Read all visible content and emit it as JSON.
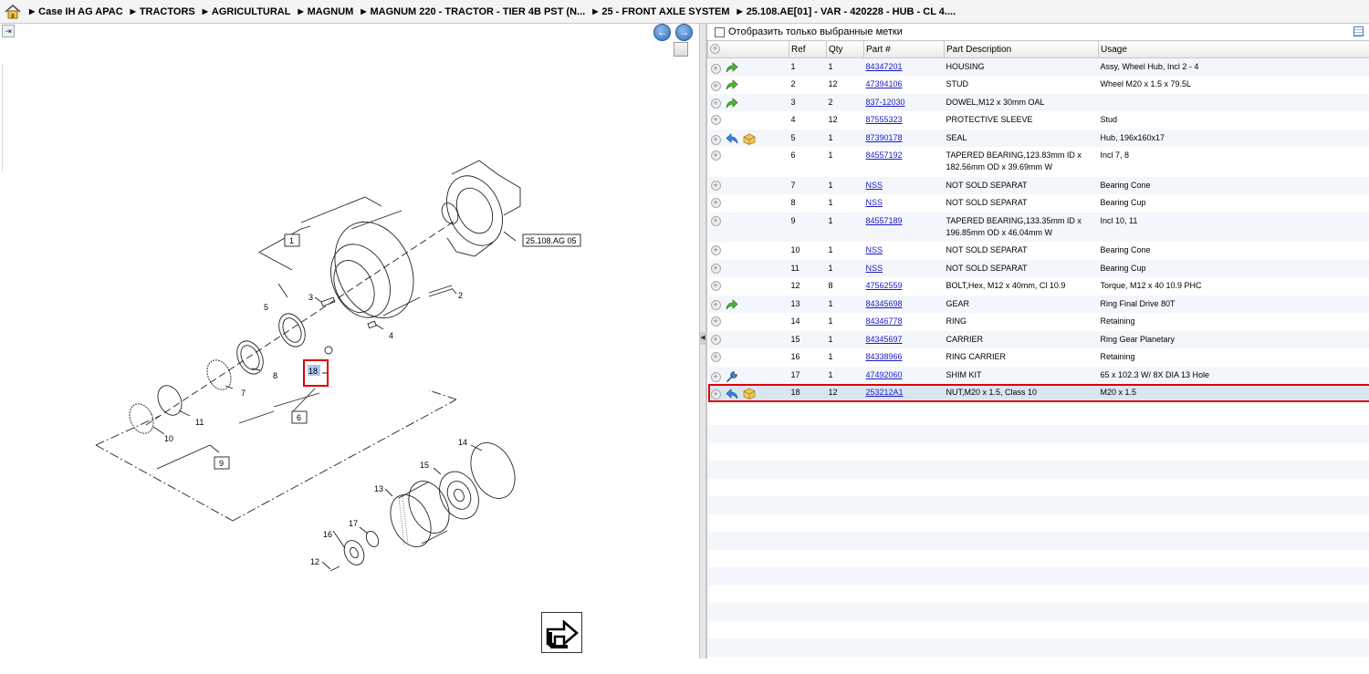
{
  "breadcrumb": [
    "Case IH AG APAC",
    "TRACTORS",
    "AGRICULTURAL",
    "MAGNUM",
    "MAGNUM 220 - TRACTOR - TIER 4B PST (N...",
    "25 - FRONT AXLE SYSTEM",
    "25.108.AE[01] - VAR - 420228 - HUB - CL 4...."
  ],
  "filter": {
    "label": "Отобразить только выбранные метки"
  },
  "diagram": {
    "callouts": [
      "1",
      "2",
      "3",
      "4",
      "5",
      "6",
      "7",
      "8",
      "9",
      "10",
      "11",
      "12",
      "13",
      "14",
      "15",
      "16",
      "17",
      "18"
    ],
    "reference_box": "25.108.AG 05",
    "selected_callout": "18"
  },
  "table": {
    "headers": [
      "Ref",
      "Qty",
      "Part #",
      "Part Description",
      "Usage"
    ],
    "rows": [
      {
        "ref": "1",
        "qty": "1",
        "part": "84347201",
        "desc": "HOUSING",
        "usage": "Assy, Wheel Hub, Incl 2 - 4",
        "icons": [
          "green-arrow-icon"
        ]
      },
      {
        "ref": "2",
        "qty": "12",
        "part": "47394106",
        "desc": "STUD",
        "usage": "Wheel M20 x 1.5 x 79.5L",
        "icons": [
          "green-arrow-icon"
        ]
      },
      {
        "ref": "3",
        "qty": "2",
        "part": "837-12030",
        "desc": "DOWEL,M12 x 30mm OAL",
        "usage": "",
        "icons": [
          "green-arrow-icon"
        ]
      },
      {
        "ref": "4",
        "qty": "12",
        "part": "87555323",
        "desc": "PROTECTIVE SLEEVE",
        "usage": "Stud",
        "icons": []
      },
      {
        "ref": "5",
        "qty": "1",
        "part": "87390178",
        "desc": "SEAL",
        "usage": "Hub, 196x160x17",
        "icons": [
          "blue-return-arrow-icon",
          "package-box-icon"
        ]
      },
      {
        "ref": "6",
        "qty": "1",
        "part": "84557192",
        "desc": "TAPERED BEARING,123.83mm ID x",
        "desc2": "182.56mm OD x 39.69mm W",
        "usage": "Incl 7, 8",
        "icons": []
      },
      {
        "ref": "7",
        "qty": "1",
        "part": "NSS",
        "desc": "NOT SOLD SEPARAT",
        "usage": "Bearing Cone",
        "icons": []
      },
      {
        "ref": "8",
        "qty": "1",
        "part": "NSS",
        "desc": "NOT SOLD SEPARAT",
        "usage": "Bearing Cup",
        "icons": []
      },
      {
        "ref": "9",
        "qty": "1",
        "part": "84557189",
        "desc": "TAPERED BEARING,133.35mm ID x",
        "desc2": "196.85mm OD x 46.04mm W",
        "usage": "Incl 10, 11",
        "icons": []
      },
      {
        "ref": "10",
        "qty": "1",
        "part": "NSS",
        "desc": "NOT SOLD SEPARAT",
        "usage": "Bearing Cone",
        "icons": []
      },
      {
        "ref": "11",
        "qty": "1",
        "part": "NSS",
        "desc": "NOT SOLD SEPARAT",
        "usage": "Bearing Cup",
        "icons": []
      },
      {
        "ref": "12",
        "qty": "8",
        "part": "47562559",
        "desc": "BOLT,Hex, M12 x 40mm, Cl 10.9",
        "usage": "Torque, M12 x 40 10.9 PHC",
        "icons": []
      },
      {
        "ref": "13",
        "qty": "1",
        "part": "84345698",
        "desc": "GEAR",
        "usage": "Ring Final Drive 80T",
        "icons": [
          "green-arrow-icon"
        ]
      },
      {
        "ref": "14",
        "qty": "1",
        "part": "84346778",
        "desc": "RING",
        "usage": "Retaining",
        "icons": []
      },
      {
        "ref": "15",
        "qty": "1",
        "part": "84345697",
        "desc": "CARRIER",
        "usage": "Ring Gear Planetary",
        "icons": []
      },
      {
        "ref": "16",
        "qty": "1",
        "part": "84338966",
        "desc": "RING CARRIER",
        "usage": "Retaining",
        "icons": []
      },
      {
        "ref": "17",
        "qty": "1",
        "part": "47492060",
        "desc": "SHIM KIT",
        "usage": "65 x 102.3 W/ 8X DIA 13 Hole",
        "icons": [
          "wrench-icon"
        ]
      },
      {
        "ref": "18",
        "qty": "12",
        "part": "253212A1",
        "desc": "NUT,M20 x 1.5, Class 10",
        "usage": "M20 x 1.5",
        "icons": [
          "blue-return-arrow-icon",
          "package-box-icon"
        ],
        "selected": true
      }
    ]
  },
  "colors": {
    "link": "#1a1ac8",
    "selection_outline": "#e00000",
    "row_alt": "#f3f7fb",
    "selected_row": "#d9e6f2"
  }
}
